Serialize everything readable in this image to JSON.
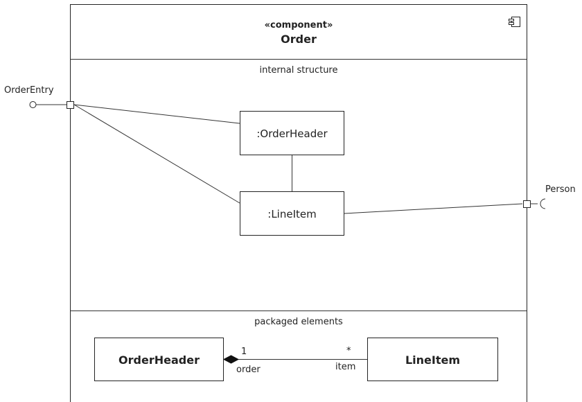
{
  "component": {
    "stereotype": "«component»",
    "name": "Order",
    "icon": "component-icon"
  },
  "internal": {
    "title": "internal structure",
    "parts": [
      {
        "label": ":OrderHeader"
      },
      {
        "label": ":LineItem"
      }
    ]
  },
  "ports": {
    "provided": "OrderEntry",
    "required": "Person"
  },
  "packaged": {
    "title": "packaged elements",
    "classes": [
      {
        "name": "OrderHeader"
      },
      {
        "name": "LineItem"
      }
    ],
    "association": {
      "source_multiplicity": "1",
      "source_role": "order",
      "target_multiplicity": "*",
      "target_role": "item",
      "kind": "composition"
    }
  }
}
